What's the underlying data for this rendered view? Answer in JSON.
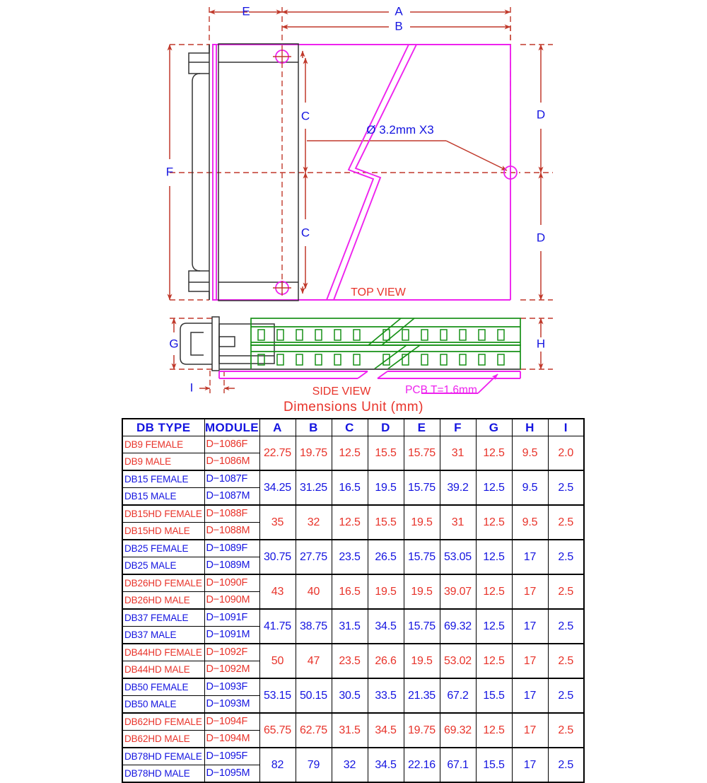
{
  "drawing": {
    "views": {
      "top_view_label": "TOP  VIEW",
      "side_view_label": "SIDE  VIEW"
    },
    "annotations": {
      "hole_callout": "Ø 3.2mm  X3",
      "pcb_thickness": "PCB  T=1.6mm"
    },
    "dimension_labels": {
      "A": "A",
      "B": "B",
      "C_upper": "C",
      "C_lower": "C",
      "D_upper": "D",
      "D_lower": "D",
      "E": "E",
      "F": "F",
      "G": "G",
      "H": "H",
      "I": "I"
    },
    "colors": {
      "dimension_line": "#c0392b",
      "dimension_text": "#1414e0",
      "view_label": "#e8332a",
      "body_outline": "#ee22ee",
      "connector_outline": "#333333",
      "terminal_block": "#169016"
    }
  },
  "table": {
    "title": "Dimensions      Unit   (mm)",
    "headers": [
      "DB TYPE",
      "MODULE",
      "A",
      "B",
      "C",
      "D",
      "E",
      "F",
      "G",
      "H",
      "I"
    ],
    "rows": [
      {
        "color": "#e8332a",
        "female_type": "DB9  FEMALE",
        "female_module": "D−1086F",
        "male_type": "DB9  MALE",
        "male_module": "D−1086M",
        "values": [
          "22.75",
          "19.75",
          "12.5",
          "15.5",
          "15.75",
          "31",
          "12.5",
          "9.5",
          "2.0"
        ]
      },
      {
        "color": "#1414e0",
        "female_type": "DB15  FEMALE",
        "female_module": "D−1087F",
        "male_type": "DB15  MALE",
        "male_module": "D−1087M",
        "values": [
          "34.25",
          "31.25",
          "16.5",
          "19.5",
          "15.75",
          "39.2",
          "12.5",
          "9.5",
          "2.5"
        ]
      },
      {
        "color": "#e8332a",
        "female_type": "DB15HD  FEMALE",
        "female_module": "D−1088F",
        "male_type": "DB15HD  MALE",
        "male_module": "D−1088M",
        "values": [
          "35",
          "32",
          "12.5",
          "15.5",
          "19.5",
          "31",
          "12.5",
          "9.5",
          "2.5"
        ]
      },
      {
        "color": "#1414e0",
        "female_type": "DB25  FEMALE",
        "female_module": "D−1089F",
        "male_type": "DB25  MALE",
        "male_module": "D−1089M",
        "values": [
          "30.75",
          "27.75",
          "23.5",
          "26.5",
          "15.75",
          "53.05",
          "12.5",
          "17",
          "2.5"
        ]
      },
      {
        "color": "#e8332a",
        "female_type": "DB26HD  FEMALE",
        "female_module": "D−1090F",
        "male_type": "DB26HD  MALE",
        "male_module": "D−1090M",
        "values": [
          "43",
          "40",
          "16.5",
          "19.5",
          "19.5",
          "39.07",
          "12.5",
          "17",
          "2.5"
        ]
      },
      {
        "color": "#1414e0",
        "female_type": "DB37  FEMALE",
        "female_module": "D−1091F",
        "male_type": "DB37  MALE",
        "male_module": "D−1091M",
        "values": [
          "41.75",
          "38.75",
          "31.5",
          "34.5",
          "15.75",
          "69.32",
          "12.5",
          "17",
          "2.5"
        ]
      },
      {
        "color": "#e8332a",
        "female_type": "DB44HD  FEMALE",
        "female_module": "D−1092F",
        "male_type": "DB44HD  MALE",
        "male_module": "D−1092M",
        "values": [
          "50",
          "47",
          "23.5",
          "26.6",
          "19.5",
          "53.02",
          "12.5",
          "17",
          "2.5"
        ]
      },
      {
        "color": "#1414e0",
        "female_type": "DB50  FEMALE",
        "female_module": "D−1093F",
        "male_type": "DB50  MALE",
        "male_module": "D−1093M",
        "values": [
          "53.15",
          "50.15",
          "30.5",
          "33.5",
          "21.35",
          "67.2",
          "15.5",
          "17",
          "2.5"
        ]
      },
      {
        "color": "#e8332a",
        "female_type": "DB62HD  FEMALE",
        "female_module": "D−1094F",
        "male_type": "DB62HD  MALE",
        "male_module": "D−1094M",
        "values": [
          "65.75",
          "62.75",
          "31.5",
          "34.5",
          "19.75",
          "69.32",
          "12.5",
          "17",
          "2.5"
        ]
      },
      {
        "color": "#1414e0",
        "female_type": "DB78HD  FEMALE",
        "female_module": "D−1095F",
        "male_type": "DB78HD  MALE",
        "male_module": "D−1095M",
        "values": [
          "82",
          "79",
          "32",
          "34.5",
          "22.16",
          "67.1",
          "15.5",
          "17",
          "2.5"
        ]
      }
    ]
  }
}
